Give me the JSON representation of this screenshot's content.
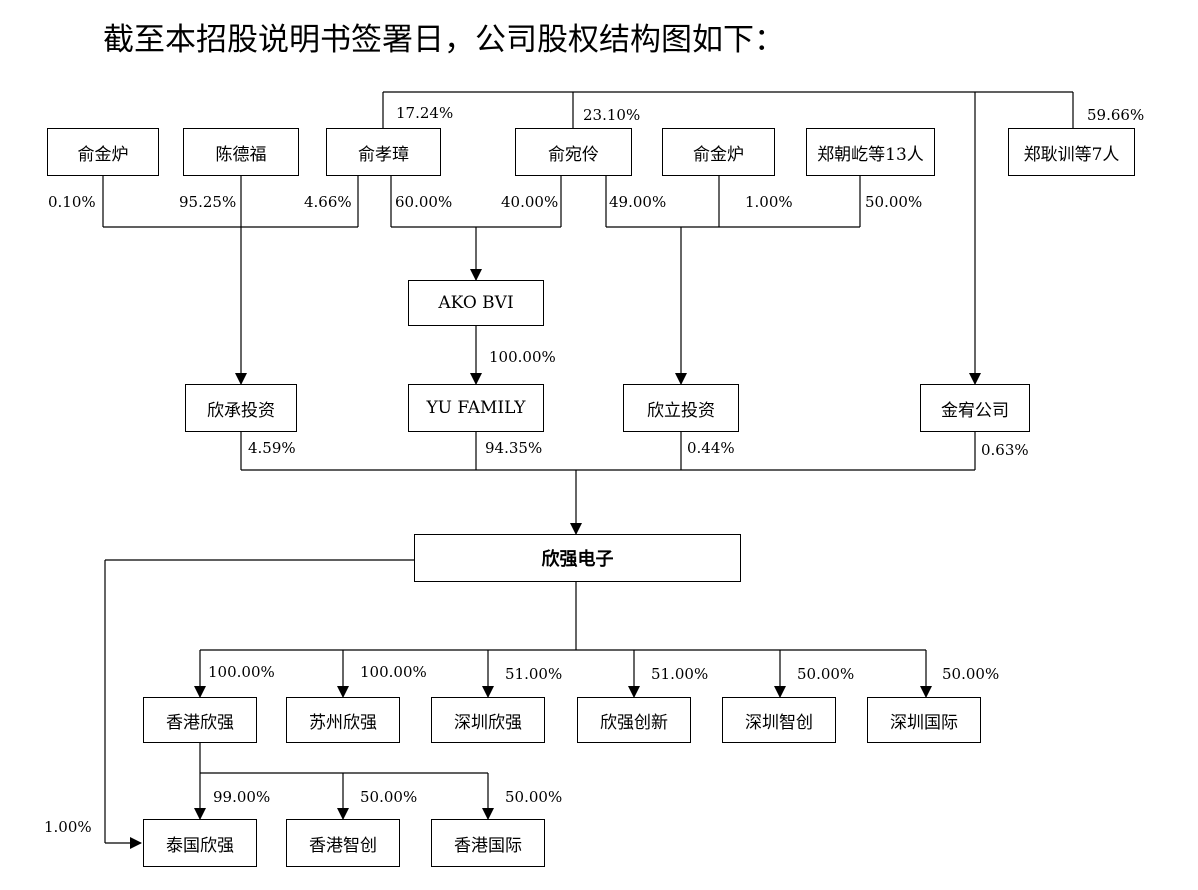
{
  "title": "截至本招股说明书签署日，公司股权结构图如下：",
  "boxes": {
    "yu_jinlu_1": "俞金炉",
    "chen_defu": "陈德福",
    "yu_xiaozhang": "俞孝璋",
    "yu_wanling": "俞宛伶",
    "yu_jinlu_2": "俞金炉",
    "zheng_group": "郑朝屹等13人",
    "zheng_gengxun": "郑耿训等7人",
    "ako_bvi": "AKO BVI",
    "xincheng": "欣承投资",
    "yu_family": "YU FAMILY",
    "xinli": "欣立投资",
    "jinyou": "金宥公司",
    "xinqiang": "欣强电子",
    "hk_xinqiang": "香港欣强",
    "suzhou_xinqiang": "苏州欣强",
    "shenzhen_xinqiang": "深圳欣强",
    "xinqiang_chuangxin": "欣强创新",
    "shenzhen_zhichuang": "深圳智创",
    "shenzhen_guoji": "深圳国际",
    "thai_xinqiang": "泰国欣强",
    "hk_zhichuang": "香港智创",
    "hk_guoji": "香港国际"
  },
  "percentages": {
    "p_1724": "17.24%",
    "p_2310": "23.10%",
    "p_5966": "59.66%",
    "p_010": "0.10%",
    "p_9525": "95.25%",
    "p_466": "4.66%",
    "p_6000": "60.00%",
    "p_4000": "40.00%",
    "p_4900": "49.00%",
    "p_100a": "1.00%",
    "p_5000a": "50.00%",
    "p_ako_yf": "100.00%",
    "p_459": "4.59%",
    "p_9435": "94.35%",
    "p_044": "0.44%",
    "p_063": "0.63%",
    "p_hk": "100.00%",
    "p_sz": "100.00%",
    "p_sx": "51.00%",
    "p_cx": "51.00%",
    "p_zc": "50.00%",
    "p_gj": "50.00%",
    "p_9900": "99.00%",
    "p_hkzc": "50.00%",
    "p_hkgj": "50.00%",
    "p_thai_direct": "1.00%"
  }
}
